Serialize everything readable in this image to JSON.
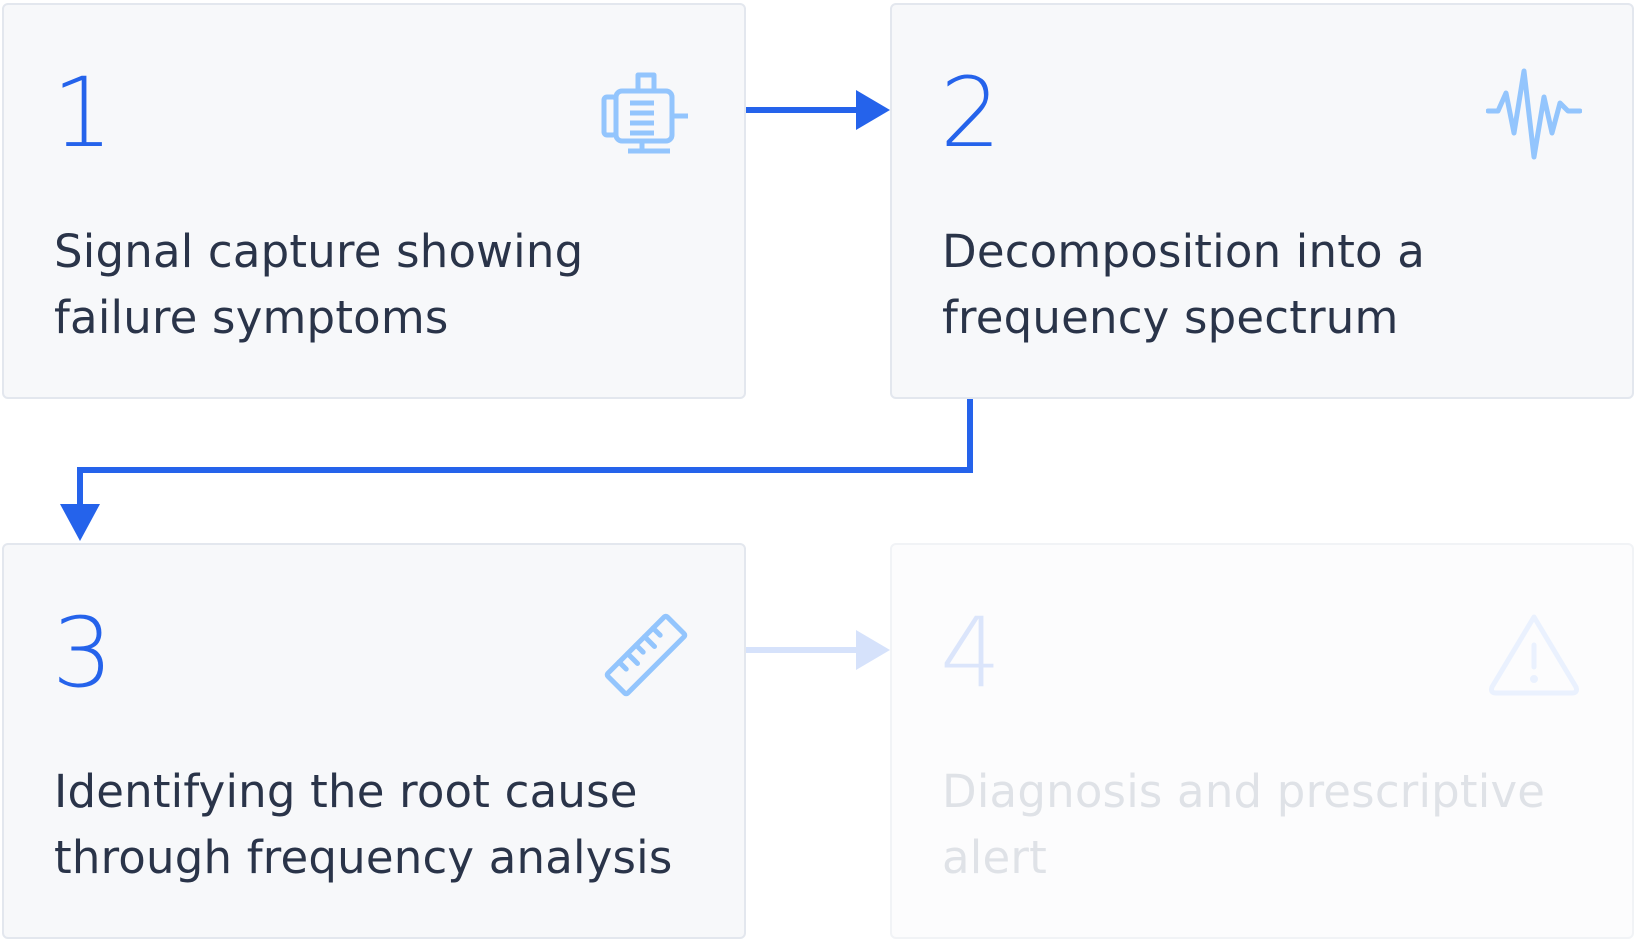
{
  "colors": {
    "accent": "#2563eb",
    "icon": "#93c5fd",
    "text": "#2a3449",
    "card_bg": "#f7f8fa",
    "card_border": "#e3e7ee",
    "dim_accent": "#dbe5fb",
    "dim_text": "#dfe2e7"
  },
  "steps": [
    {
      "number": "1",
      "label": "Signal capture showing failure symptoms",
      "icon": "motor-icon",
      "state": "active"
    },
    {
      "number": "2",
      "label": "Decomposition into a frequency spectrum",
      "icon": "waveform-icon",
      "state": "active"
    },
    {
      "number": "3",
      "label": "Identifying the root cause through frequency analysis",
      "icon": "ruler-icon",
      "state": "active"
    },
    {
      "number": "4",
      "label": "Diagnosis and prescriptive alert",
      "icon": "warning-icon",
      "state": "inactive"
    }
  ]
}
